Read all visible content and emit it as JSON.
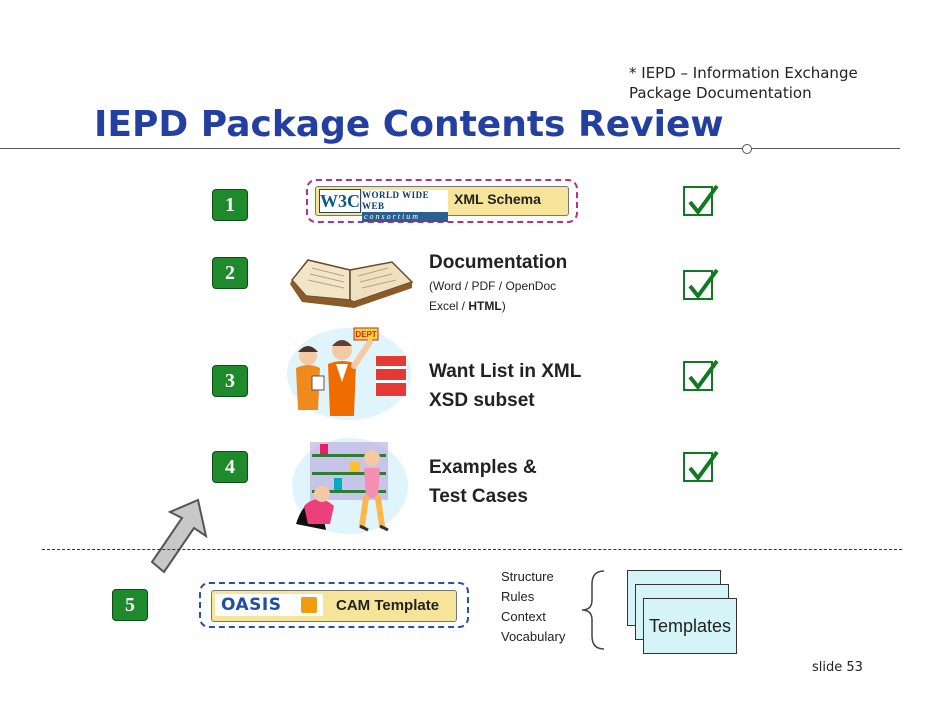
{
  "footnote": {
    "line1": "* IEPD – Information Exchange",
    "line2": "Package Documentation"
  },
  "title": "IEPD Package Contents Review",
  "w3c": {
    "logo_text": "W3C",
    "wwwline1": "WORLD WIDE WEB",
    "wwwline2": "consortium",
    "label": "XML Schema"
  },
  "items": [
    {
      "number": "1"
    },
    {
      "number": "2",
      "head": "Documentation",
      "sub1": "(Word / PDF / OpenDoc",
      "sub2_plain": "Excel / ",
      "sub2_bold": "HTML",
      "sub2_end": ")"
    },
    {
      "number": "3",
      "head1": "Want List in XML",
      "head2": "XSD subset"
    },
    {
      "number": "4",
      "head1": "Examples &",
      "head2": "Test Cases"
    },
    {
      "number": "5"
    }
  ],
  "clipart_badge": "DEPT",
  "oasis": {
    "logo_text": "OASIS",
    "label": "CAM Template"
  },
  "cam_list": [
    "Structure",
    "Rules",
    "Context",
    "Vocabulary"
  ],
  "templates_label": "Templates",
  "slide_label": "slide 53",
  "colors": {
    "title": "#2340a0",
    "number_badge": "#1f8a2c",
    "check": "#0f7a1f",
    "w3c_dash": "#b3308f",
    "oasis_dash": "#2a4eb0",
    "badge_fill": "#f6e49a",
    "card_fill": "#d5f4f7"
  }
}
